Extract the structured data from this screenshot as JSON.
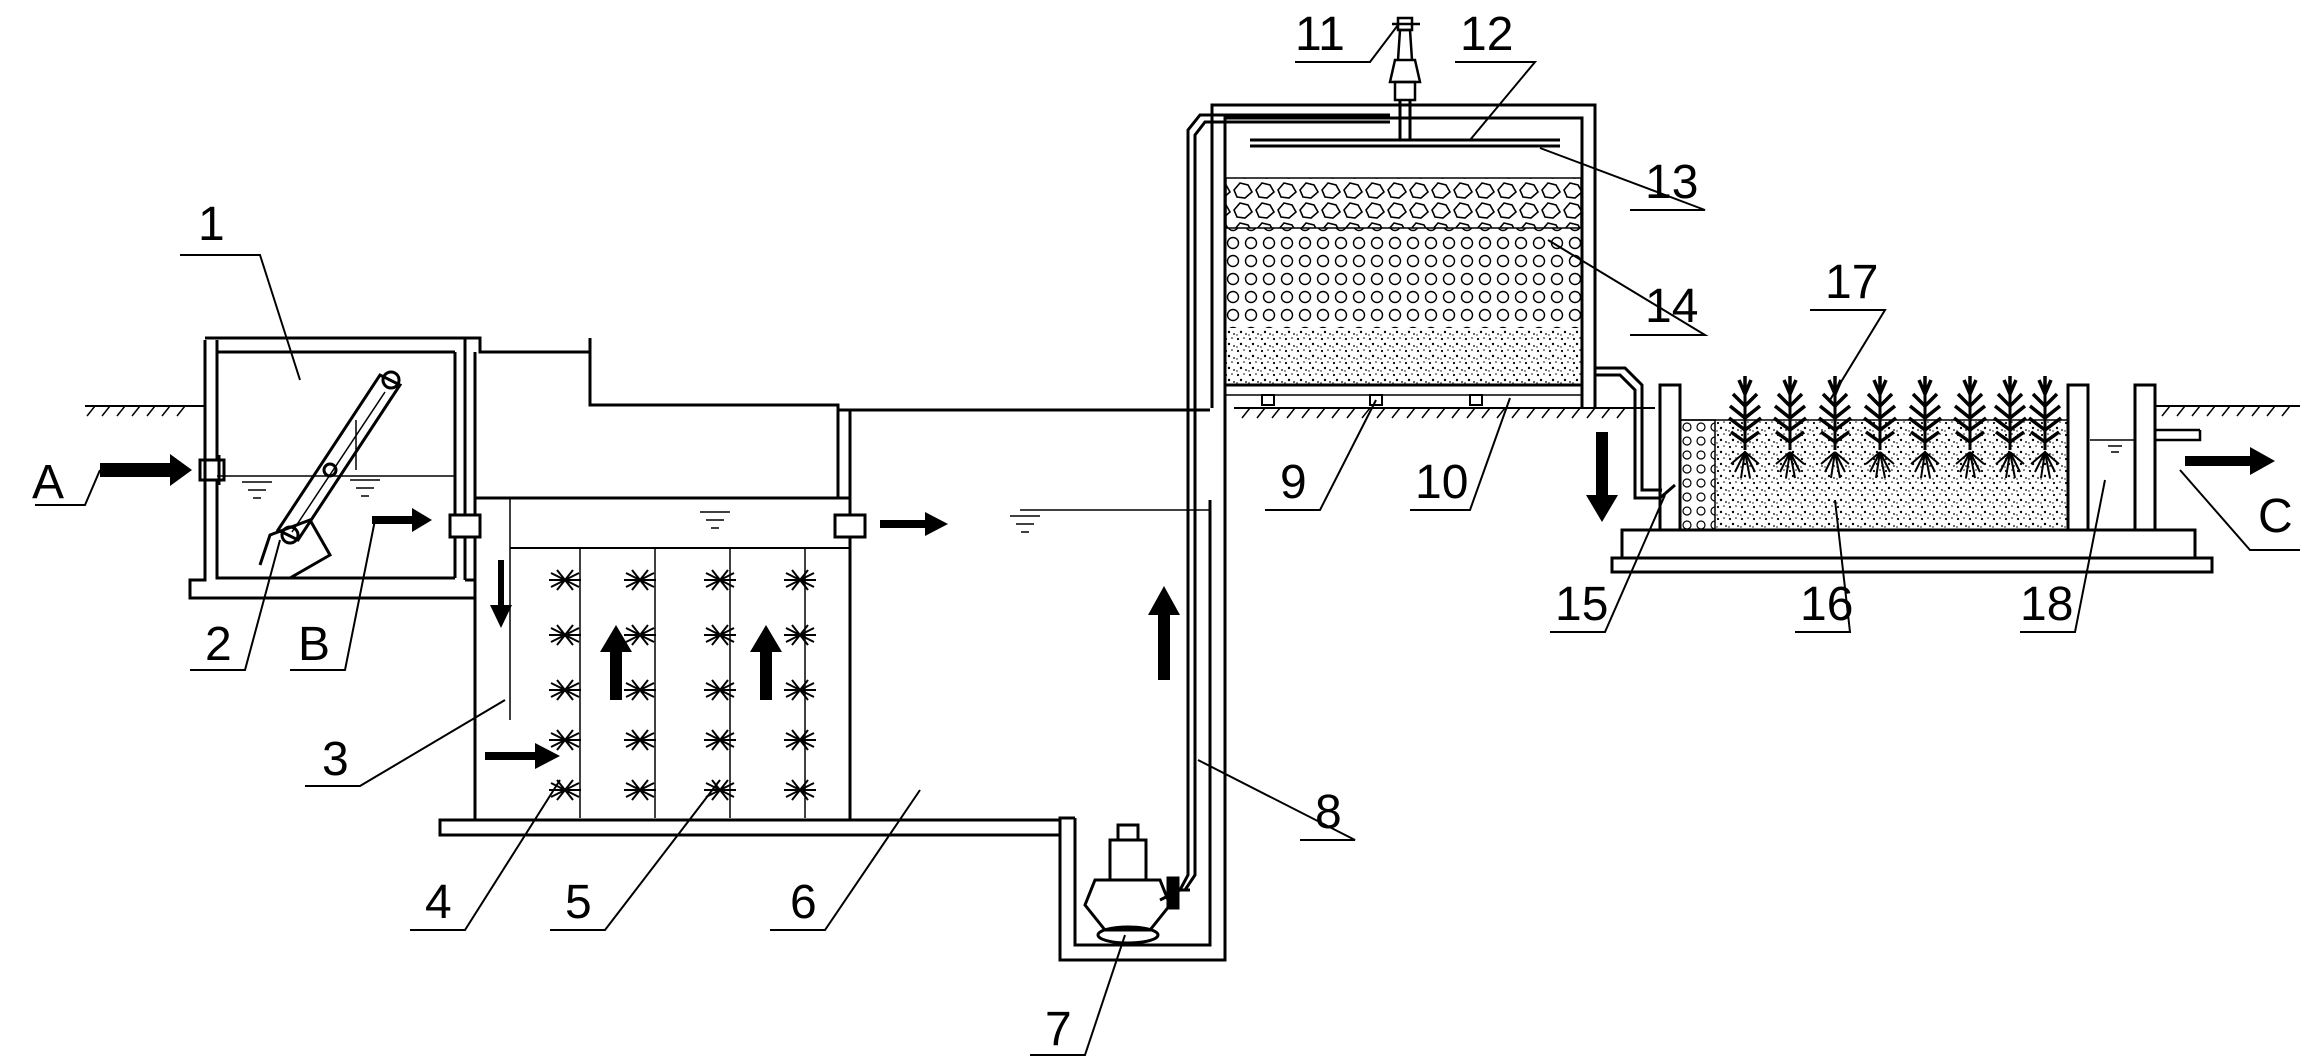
{
  "callouts": {
    "n1": "1",
    "n2": "2",
    "n3": "3",
    "n4": "4",
    "n5": "5",
    "n6": "6",
    "n7": "7",
    "n8": "8",
    "n9": "9",
    "n10": "10",
    "n11": "11",
    "n12": "12",
    "n13": "13",
    "n14": "14",
    "n15": "15",
    "n16": "16",
    "n17": "17",
    "n18": "18"
  },
  "flow_labels": {
    "inlet": "A",
    "screened": "B",
    "outlet": "C"
  },
  "colors": {
    "line": "#000000",
    "background": "#ffffff"
  }
}
